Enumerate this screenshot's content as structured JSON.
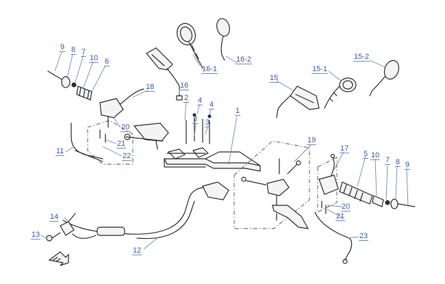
{
  "callouts": [
    {
      "id": "c9a",
      "text": "9"
    },
    {
      "id": "c8a",
      "text": "8"
    },
    {
      "id": "c7a",
      "text": "7"
    },
    {
      "id": "c10a",
      "text": "10"
    },
    {
      "id": "c6",
      "text": "6"
    },
    {
      "id": "c18",
      "text": "18"
    },
    {
      "id": "c16",
      "text": "16"
    },
    {
      "id": "c16-1",
      "text": "16-1"
    },
    {
      "id": "c16-2",
      "text": "16-2"
    },
    {
      "id": "c2",
      "text": "2"
    },
    {
      "id": "c4a",
      "text": "4"
    },
    {
      "id": "c4b",
      "text": "4"
    },
    {
      "id": "c3a",
      "text": "3"
    },
    {
      "id": "c3b",
      "text": "3"
    },
    {
      "id": "c1",
      "text": "1"
    },
    {
      "id": "c15",
      "text": "15"
    },
    {
      "id": "c15-1",
      "text": "15-1"
    },
    {
      "id": "c15-2",
      "text": "15-2"
    },
    {
      "id": "c20a",
      "text": "20"
    },
    {
      "id": "c21a",
      "text": "21"
    },
    {
      "id": "c22",
      "text": "22"
    },
    {
      "id": "c11",
      "text": "11"
    },
    {
      "id": "c19",
      "text": "19"
    },
    {
      "id": "c17",
      "text": "17"
    },
    {
      "id": "c5",
      "text": "5"
    },
    {
      "id": "c10b",
      "text": "10"
    },
    {
      "id": "c7b",
      "text": "7"
    },
    {
      "id": "c8b",
      "text": "8"
    },
    {
      "id": "c9b",
      "text": "9"
    },
    {
      "id": "c20b",
      "text": "20"
    },
    {
      "id": "c21b",
      "text": "21"
    },
    {
      "id": "c23",
      "text": "23"
    },
    {
      "id": "c14",
      "text": "14"
    },
    {
      "id": "c13",
      "text": "13"
    },
    {
      "id": "c12",
      "text": "12"
    }
  ],
  "colors": {
    "callout": "#2a57a8",
    "line": "#222222",
    "leader": "#6d87b3"
  }
}
